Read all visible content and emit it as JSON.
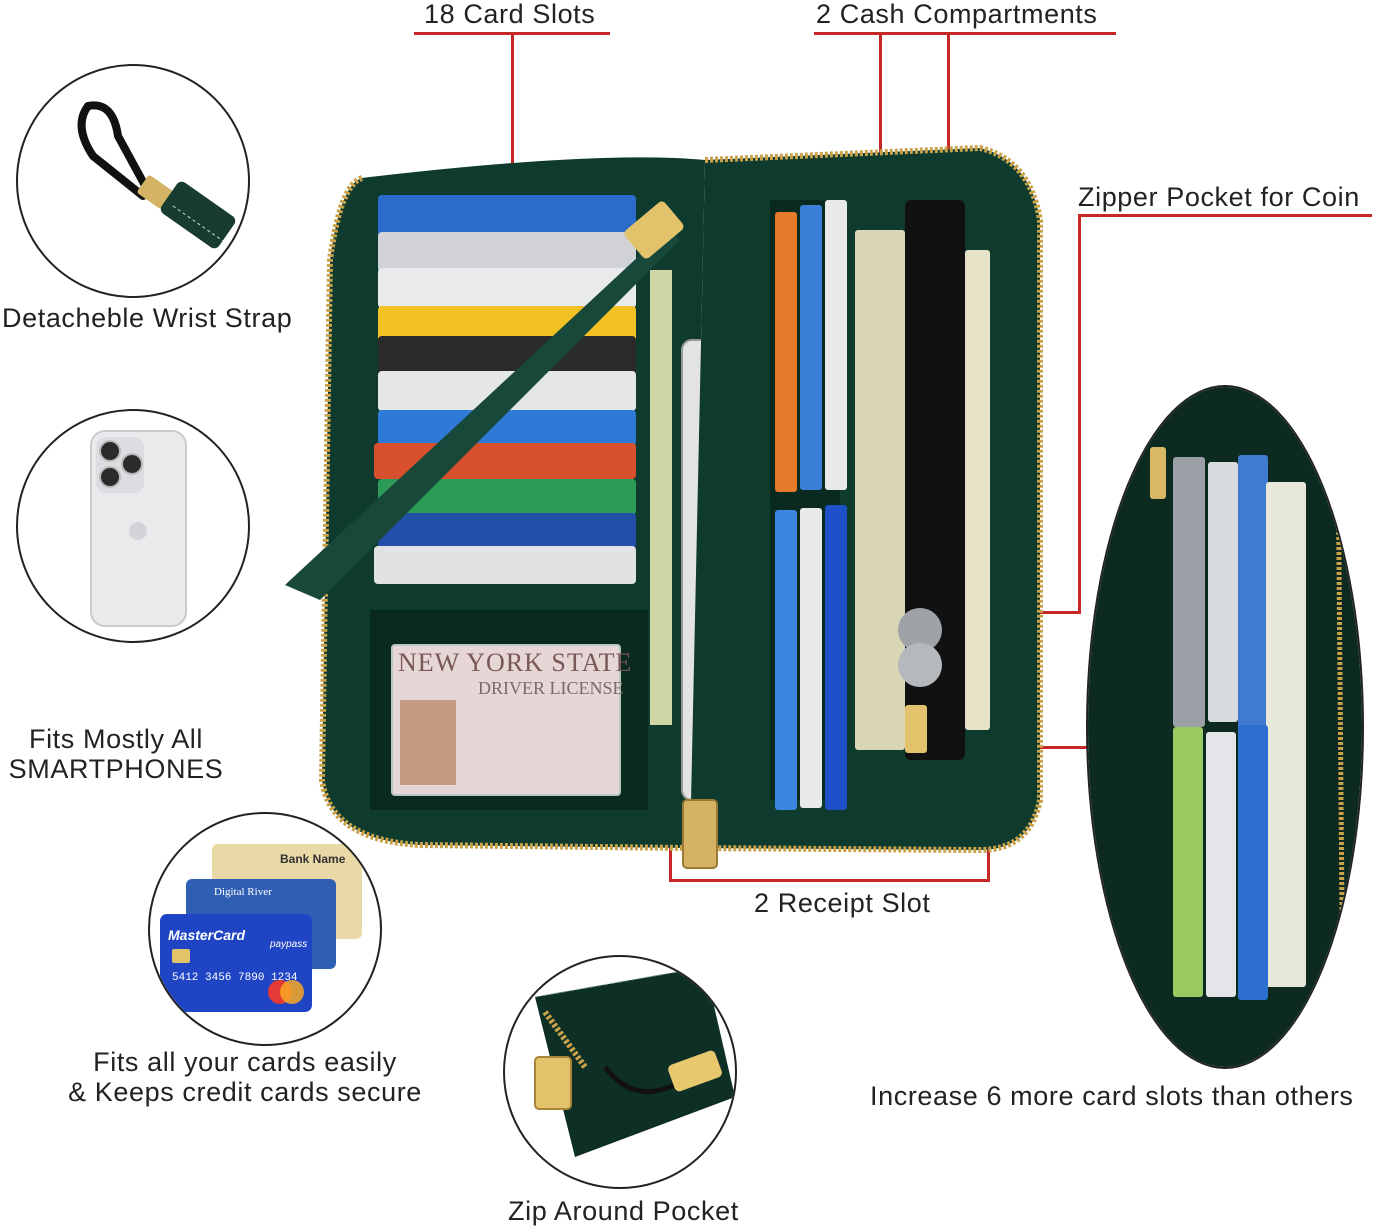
{
  "labels": {
    "card_slots": "18 Card Slots",
    "cash_compartments": "2 Cash Compartments",
    "zipper_pocket": "Zipper Pocket for Coin",
    "wrist_strap": "Detacheble Wrist Strap",
    "fits_phones_line1": "Fits Mostly All",
    "fits_phones_line2": "SMARTPHONES",
    "fits_cards_line1": "Fits all your cards easily",
    "fits_cards_line2": "& Keeps credit cards secure",
    "receipt_slot": "2 Receipt Slot",
    "zip_around": "Zip Around Pocket",
    "more_slots": "Increase 6 more card slots than others"
  },
  "product_text": {
    "license_state": "NEW YORK STATE",
    "license_type": "DRIVER LICENSE",
    "card_bank_name": "Bank Name",
    "card_brand": "MasterCard",
    "card_paypass": "paypass",
    "card_number": "5412 3456 7890 1234",
    "card_digital_river": "Digital River"
  },
  "colors": {
    "accent": "#c62828",
    "leather": "#0f3b2e",
    "leather_dark": "#0a2a20",
    "zipper": "#c9a24a",
    "text": "#222222"
  }
}
